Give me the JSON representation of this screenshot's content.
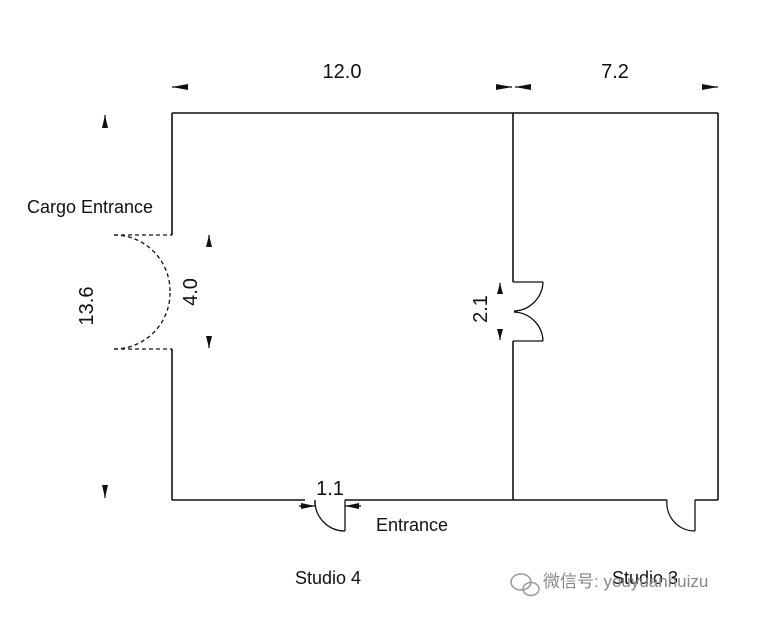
{
  "dimensions": {
    "studio4_width": "12.0",
    "studio3_width": "7.2",
    "depth": "13.6",
    "cargo_door_width": "4.0",
    "interior_door_width": "2.1",
    "entrance_door_width": "1.1"
  },
  "labels": {
    "cargo_entrance": "Cargo Entrance",
    "entrance": "Entrance",
    "studio4": "Studio 4",
    "studio3": "Studio 3"
  },
  "watermark": {
    "text": "微信号: youyuanhuizu"
  }
}
